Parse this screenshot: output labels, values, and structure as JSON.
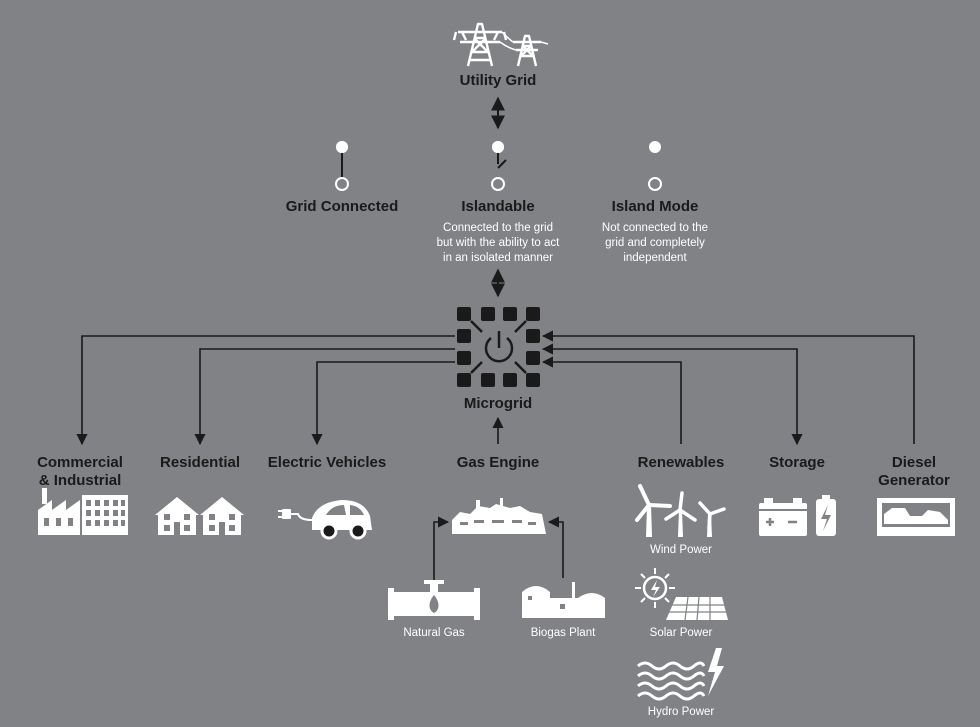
{
  "grid": {
    "title": "Utility Grid"
  },
  "modes": [
    {
      "title": "Grid Connected",
      "description": []
    },
    {
      "title": "Islandable",
      "description": [
        "Connected to the grid",
        "but with the ability to act",
        "in an isolated manner"
      ]
    },
    {
      "title": "Island Mode",
      "description": [
        "Not connected to the",
        "grid and completely",
        "independent"
      ]
    }
  ],
  "microgrid": {
    "title": "Microgrid"
  },
  "nodes": {
    "commercial": [
      "Commercial",
      "& Industrial"
    ],
    "residential": "Residential",
    "ev": "Electric Vehicles",
    "gas_engine": "Gas Engine",
    "renewables": "Renewables",
    "storage": "Storage",
    "diesel": [
      "Diesel",
      "Generator"
    ]
  },
  "sources": {
    "natural_gas": "Natural Gas",
    "biogas": "Biogas Plant"
  },
  "renewable_types": {
    "wind": "Wind Power",
    "solar": "Solar Power",
    "hydro": "Hydro Power"
  },
  "colors": {
    "background": "#818285",
    "line": "#1a1a1a",
    "icon": "#ffffff"
  }
}
